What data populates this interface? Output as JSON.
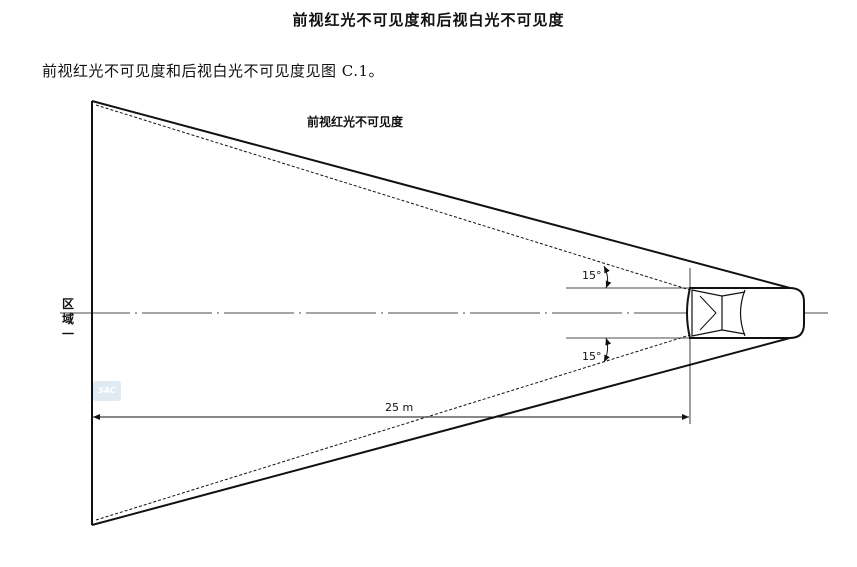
{
  "heading": "前视红光不可见度和后视白光不可见度",
  "caption": "前视红光不可见度和后视白光不可见度见图 C.1。",
  "diagram": {
    "top_label": "前视红光不可见度",
    "zone_label": [
      "区",
      "域",
      "一"
    ],
    "angle_top": "15°",
    "angle_bottom": "15°",
    "distance_label": "25 m"
  },
  "watermark_text": "SAC"
}
